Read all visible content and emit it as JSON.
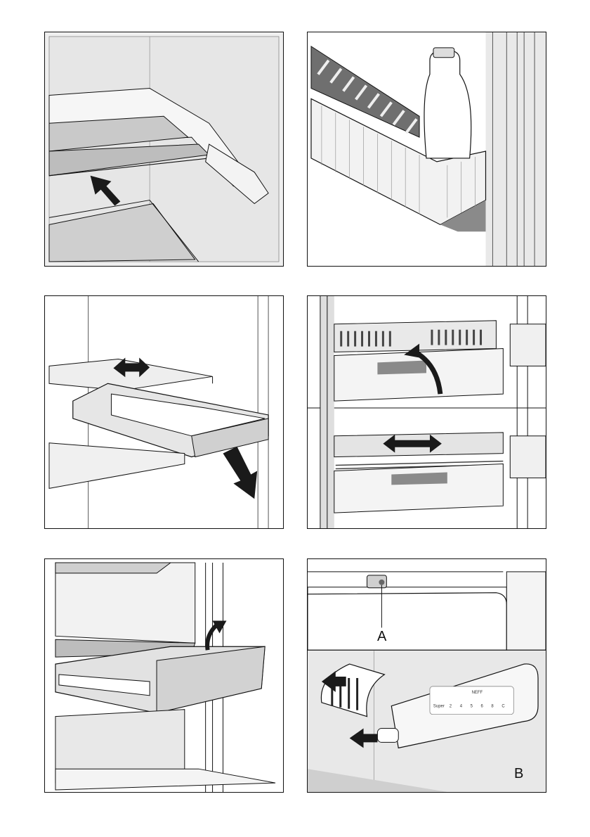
{
  "figures": [
    {
      "id": "fig1",
      "depicts": "glass-shelf-being-pushed-in"
    },
    {
      "id": "fig2",
      "depicts": "door-bottle-tray"
    },
    {
      "id": "fig3",
      "depicts": "sliding-shelf-with-drawer"
    },
    {
      "id": "fig4",
      "depicts": "crisper-lid-adjustment"
    },
    {
      "id": "fig5",
      "depicts": "crisper-drawer-removal"
    },
    {
      "id": "fig6",
      "depicts": "light-bulb-replacement"
    }
  ],
  "callouts": {
    "a": "A",
    "b": "B"
  },
  "control_panel": {
    "logo": "NEFF",
    "scale": [
      "Super",
      "2",
      "4",
      "5",
      "6",
      "8",
      "C"
    ]
  },
  "colors": {
    "line": "#111111",
    "shade_light": "#eeeeee",
    "shade_mid": "#bbbbbb",
    "shade_dark": "#7a7a7a",
    "arrow": "#1a1a1a"
  }
}
